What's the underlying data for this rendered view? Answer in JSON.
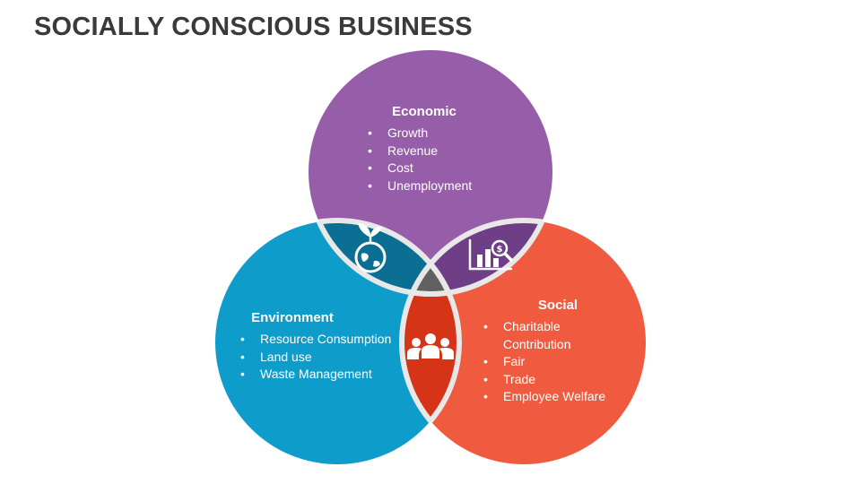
{
  "title": "SOCIALLY CONSCIOUS BUSINESS",
  "colors": {
    "economic": "#965DA8",
    "economic_overlap": "#6E3F86",
    "environment": "#0E9CCB",
    "environment_overlap": "#0A6F92",
    "social": "#F05A3E",
    "social_overlap": "#D63416",
    "center": "#616161",
    "background": "#ffffff"
  },
  "sections": {
    "economic": {
      "heading": "Economic",
      "items": [
        "Growth",
        "Revenue",
        "Cost",
        "Unemployment"
      ]
    },
    "environment": {
      "heading": "Environment",
      "items": [
        "Resource Consumption",
        "Land use",
        "Waste Management"
      ]
    },
    "social": {
      "heading": "Social",
      "items": [
        "Charitable Contribution",
        "Fair",
        "Trade",
        "Employee Welfare"
      ]
    }
  },
  "icons": {
    "economic_environment": "plant-globe-icon",
    "economic_social": "financial-analysis-icon",
    "environment_social": "team-people-icon"
  }
}
